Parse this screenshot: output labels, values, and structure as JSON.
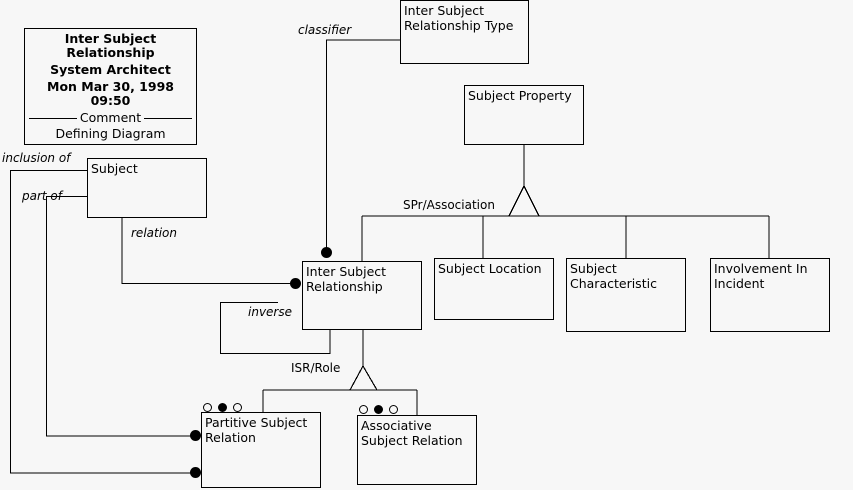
{
  "diagram": {
    "background_color": "#f7f7f7",
    "line_color": "#000000",
    "title_block": {
      "line1": "Inter Subject Relationship",
      "line2": "System Architect",
      "line3": "Mon Mar 30, 1998  09:50",
      "separator_caption": "Comment",
      "subtitle": "Defining Diagram"
    },
    "nodes": {
      "isr_type": "Inter Subject\nRelationship Type",
      "subject_property": "Subject Property",
      "subject": "Subject",
      "isr": "Inter Subject\nRelationship",
      "subject_location": "Subject Location",
      "subject_characteristic": "Subject\nCharacteristic",
      "involvement_in_incident": "Involvement In\nIncident",
      "partitive_subject_relation": "Partitive Subject\nRelation",
      "associative_subject_relation": "Associative\nSubject Relation"
    },
    "edge_labels": {
      "classifier": "classifier",
      "inclusion_of": "inclusion of",
      "part_of": "part of",
      "relation": "relation",
      "inverse": "inverse",
      "spr_association": "SPr/Association",
      "isr_role": "ISR/Role"
    }
  }
}
